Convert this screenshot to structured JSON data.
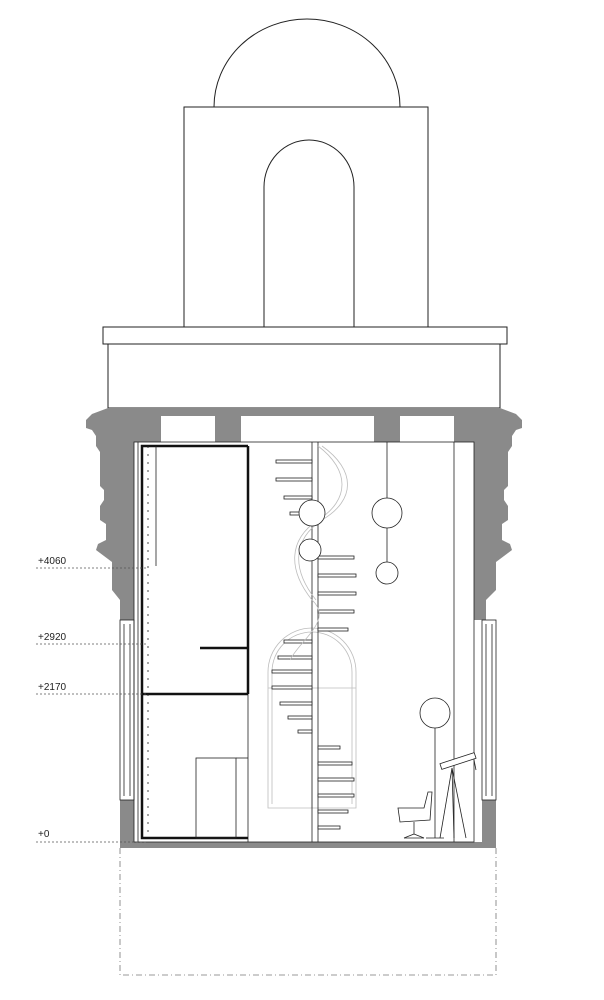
{
  "levels": [
    {
      "label": "+4060",
      "value": 4060
    },
    {
      "label": "+2920",
      "value": 2920
    },
    {
      "label": "+2170",
      "value": 2170
    },
    {
      "label": "+0",
      "value": 0
    }
  ],
  "colors": {
    "wall": "#8a8a8a",
    "line": "#222222",
    "thick": "#111111",
    "faint": "#bdbdbd",
    "dash": "#777777"
  }
}
